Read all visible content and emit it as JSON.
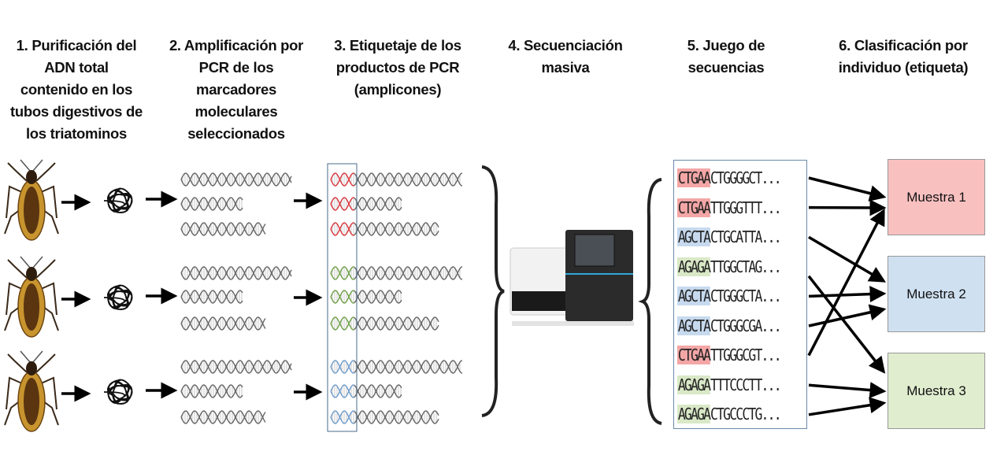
{
  "steps": [
    {
      "lines": [
        "1. Purificación del",
        "ADN total",
        "contenido en los",
        "tubos digestivos de",
        "los triatominos"
      ]
    },
    {
      "lines": [
        "2. Amplificación por",
        "PCR de los",
        "marcadores",
        "moleculares",
        "seleccionados"
      ]
    },
    {
      "lines": [
        "3. Etiquetaje de los",
        "productos de PCR",
        "(amplicones)"
      ]
    },
    {
      "lines": [
        "4. Secuenciación",
        "masiva"
      ]
    },
    {
      "lines": [
        "5. Juego de",
        "secuencias"
      ]
    },
    {
      "lines": [
        "6. Clasificación por",
        "individuo (etiqueta)"
      ]
    }
  ],
  "sequences": [
    {
      "tag": "CTGAA",
      "rest": "CTGGGGCT...",
      "sample": 1
    },
    {
      "tag": "CTGAA",
      "rest": "TTGGGTTT...",
      "sample": 1
    },
    {
      "tag": "AGCTA",
      "rest": "CTGCATTA...",
      "sample": 2
    },
    {
      "tag": "AGAGA",
      "rest": "TTGGCTAG...",
      "sample": 3
    },
    {
      "tag": "AGCTA",
      "rest": "CTGGGCTA...",
      "sample": 2
    },
    {
      "tag": "AGCTA",
      "rest": "CTGGGCGA...",
      "sample": 2
    },
    {
      "tag": "CTGAA",
      "rest": "TTGGGCGT...",
      "sample": 1
    },
    {
      "tag": "AGAGA",
      "rest": "TTTCCCTT...",
      "sample": 3
    },
    {
      "tag": "AGAGA",
      "rest": "CTGCCCTG...",
      "sample": 3
    }
  ],
  "samples": [
    {
      "label": "Muestra 1",
      "color": "#f9c0c0"
    },
    {
      "label": "Muestra 2",
      "color": "#cfe0f1"
    },
    {
      "label": "Muestra 3",
      "color": "#e0edcf"
    }
  ],
  "tag_colors": {
    "CTGAA": "#f4a6a6",
    "AGCTA": "#c6d9ee",
    "AGAGA": "#d9e8c6"
  },
  "helix_tag_colors": [
    "#d9363e",
    "#6fa046",
    "#6f9ccc"
  ]
}
